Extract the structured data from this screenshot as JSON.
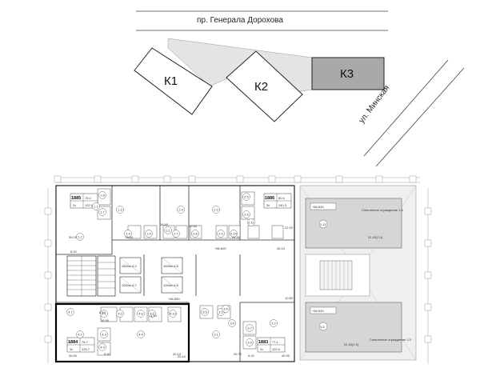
{
  "site_plan": {
    "street_top": "пр. Генерала Дорохова",
    "street_right": "ул. Минская",
    "buildings": [
      {
        "label": "К1",
        "highlighted": false
      },
      {
        "label": "К2",
        "highlighted": false
      },
      {
        "label": "К3",
        "highlighted": true
      }
    ],
    "highlight_color": "#a9a9a9",
    "roof_color": "#d9d9d9"
  },
  "floor_plan": {
    "apartments": [
      {
        "number": "1885",
        "area": "76.0",
        "rooms": "2с",
        "total": "122.0"
      },
      {
        "number": "1886",
        "area": "80.6",
        "rooms": "3с",
        "total": "140.3"
      },
      {
        "number": "1884",
        "area": "78.7",
        "rooms": "3с",
        "total": "125.7"
      },
      {
        "number": "1883",
        "area": "77.1",
        "rooms": "2с",
        "total": "120.0"
      }
    ],
    "terraces": [
      {
        "note": "Спектенное ограждение 1.5",
        "level": "+66.630",
        "room": "2.11",
        "area": "31.40(1.0)"
      },
      {
        "note": "Спектенное ограждение 1.5",
        "level": "+66.630",
        "room": "3.8",
        "area": "51.40(1.0)"
      }
    ],
    "core": {
      "level": "+66.600",
      "level2": "+66.550",
      "elevator_labels": [
        "1600кг 6.4",
        "1000кг 6.7",
        "1600кг 6.8",
        "1000кг 6.8"
      ]
    },
    "room_codes": {
      "unit1": [
        "1.1",
        "1.2",
        "1.3",
        "1.4",
        "1.5",
        "1.6",
        "1.7"
      ],
      "unit2": [
        "2.1",
        "2.3",
        "2.4",
        "2.5",
        "2.6",
        "2.7",
        "2.8",
        "2.9",
        "2.10",
        "2.11"
      ],
      "unit3": [
        "3.1",
        "3.2",
        "3.3",
        "3.4",
        "3.5",
        "3.6",
        "3.7",
        "3.8"
      ],
      "unit4": [
        "4.1",
        "4.2",
        "4.3",
        "4.4",
        "4.5",
        "4.6",
        "4.7",
        "4.8",
        "4.9",
        "4.10"
      ]
    },
    "dimensions": [
      "39.20",
      "20.30",
      "21.30",
      "40.10",
      "22.20",
      "10.80",
      "12.90",
      "16.80",
      "8.20",
      "4.10",
      "8.90",
      "16.90",
      "5.00",
      "26.50",
      "20.10",
      "20.10",
      "26.70",
      "6.20",
      "40.90"
    ]
  }
}
